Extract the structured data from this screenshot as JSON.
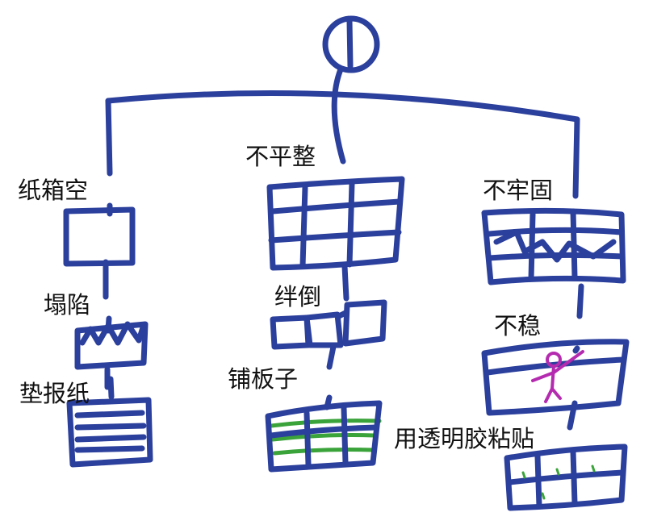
{
  "colors": {
    "ink": "#2b3f9c",
    "grass": "#3aa33a",
    "figure": "#b52bb0",
    "text": "#111111"
  },
  "branches": [
    {
      "problem": "纸箱空",
      "steps": [
        {
          "caption": "塌陷",
          "icon": "collapsed-box-icon"
        },
        {
          "caption": "垫报纸",
          "icon": "newspaper-icon"
        }
      ],
      "top_icon": "empty-box-icon"
    },
    {
      "problem": "不平整",
      "steps": [
        {
          "caption": "绊倒",
          "icon": "tripping-blocks-icon"
        },
        {
          "caption": "铺板子",
          "icon": "board-on-grass-icon"
        }
      ],
      "top_icon": "uneven-grid-icon"
    },
    {
      "problem": "不牢固",
      "steps": [
        {
          "caption": "不稳",
          "icon": "person-falling-icon"
        },
        {
          "caption": "用透明胶粘贴",
          "icon": "taped-grid-icon"
        }
      ],
      "top_icon": "cracked-grid-icon"
    }
  ],
  "root_icon": "root-circle-icon"
}
